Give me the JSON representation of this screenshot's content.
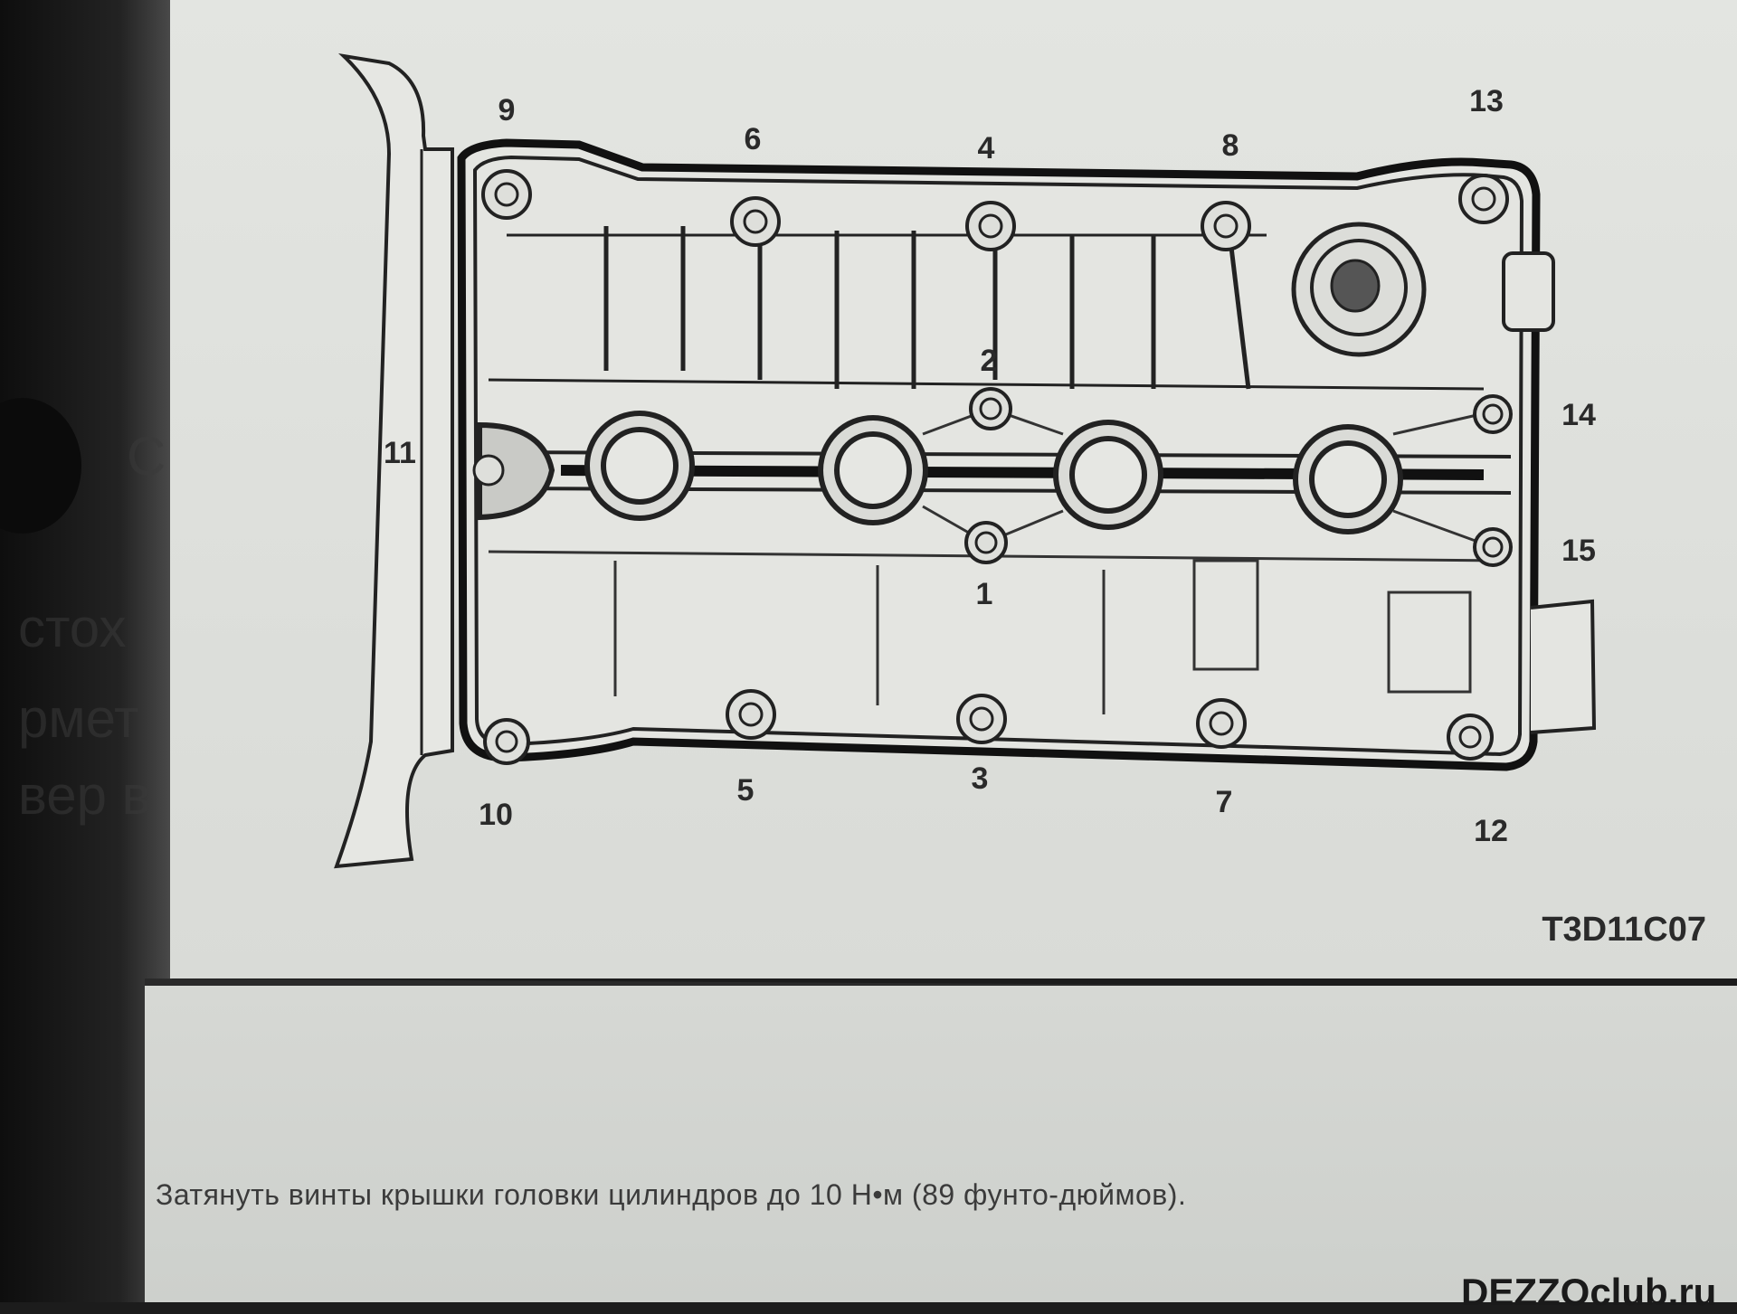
{
  "diagram": {
    "figure_code": "T3D11C07",
    "bolt_labels": [
      "1",
      "2",
      "3",
      "4",
      "5",
      "6",
      "7",
      "8",
      "9",
      "10",
      "11",
      "12",
      "13",
      "14",
      "15"
    ]
  },
  "caption": "Затянуть винты крышки головки цилиндров до 10 Н•м (89 фунто-дюймов).",
  "watermark": "DEZZOclub.ru",
  "background_fragments": [
    "С",
    "стох",
    "рмет",
    "вер в"
  ]
}
